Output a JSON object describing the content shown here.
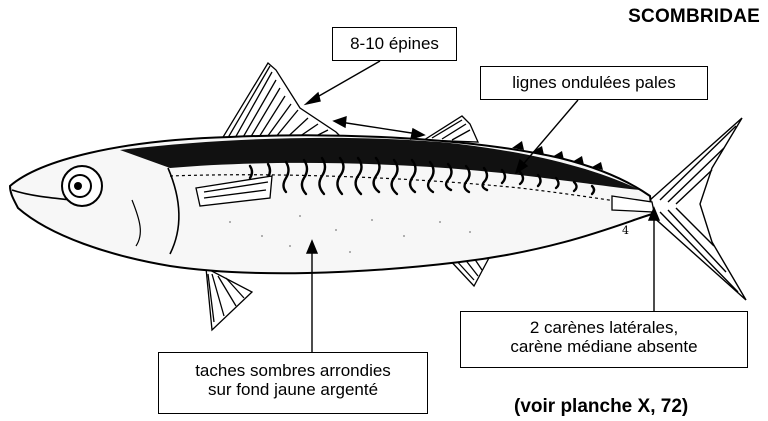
{
  "header": {
    "family": "SCOMBRIDAE"
  },
  "labels": {
    "spines": "8-10 épines",
    "wavy_lines": "lignes ondulées pales",
    "keels_line1": "2 carènes latérales,",
    "keels_line2": "carène médiane absente",
    "spots_line1": "taches sombres arrondies",
    "spots_line2": "sur fond jaune argenté"
  },
  "footer": {
    "reference": "(voir planche X, 72)"
  },
  "colors": {
    "ink": "#000000",
    "background": "#ffffff",
    "belly": "#f3f3f3"
  }
}
